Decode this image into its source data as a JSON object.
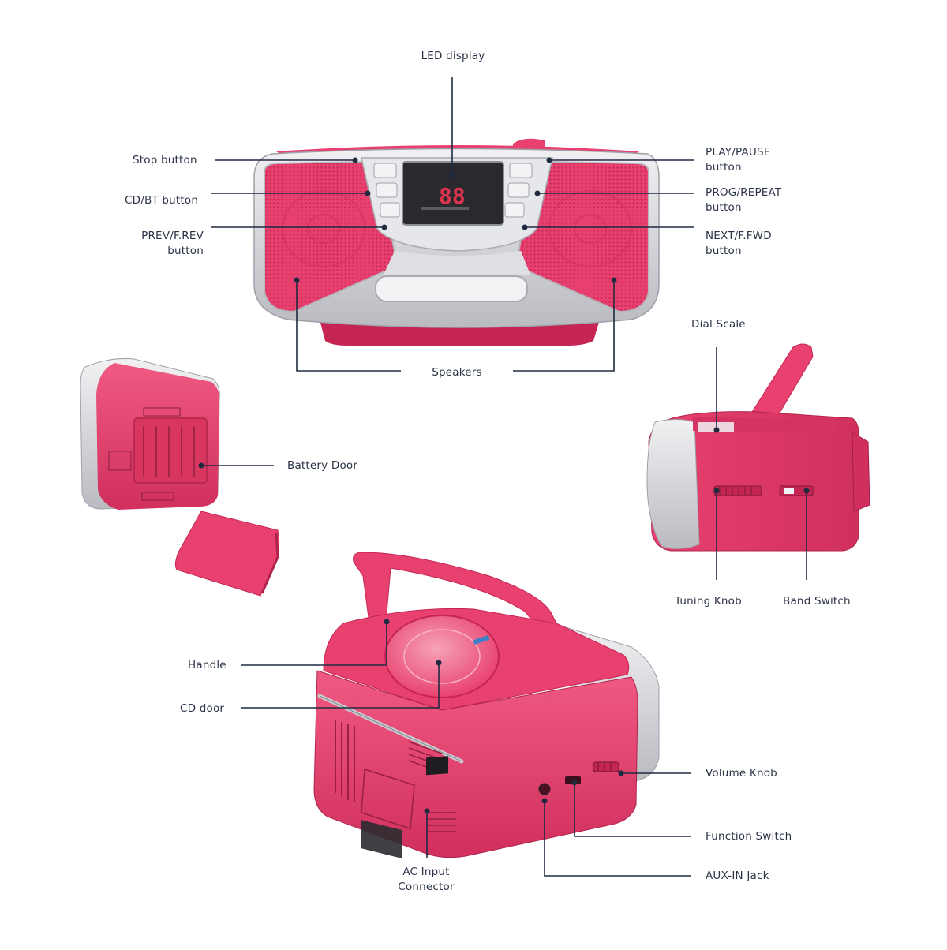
{
  "labels": {
    "led_display": "LED display",
    "stop_button": "Stop  button",
    "cd_bt_button": "CD/BT button",
    "prev_line1": "PREV/F.REV",
    "prev_line2": "button",
    "play_line1": "PLAY/PAUSE",
    "play_line2": "button",
    "prog_line1": "PROG/REPEAT",
    "prog_line2": "button",
    "next_line1": "NEXT/F.FWD",
    "next_line2": "button",
    "speakers": "Speakers",
    "dial_scale": "Dial Scale",
    "battery_door": "Battery Door",
    "tuning_knob": "Tuning Knob",
    "band_switch": "Band Switch",
    "handle": "Handle",
    "cd_door": "CD door",
    "volume_knob": "Volume Knob",
    "function_switch": "Function Switch",
    "aux_in_jack": "AUX-IN Jack",
    "ac_line1": "AC Input",
    "ac_line2": "Connector"
  },
  "display": {
    "digits": "88"
  },
  "colors": {
    "body_pink": "#e8416f",
    "pink_light": "#f27a98",
    "pink_dark": "#c42553",
    "silver": "#d9dade",
    "silver_dark": "#a9abb2",
    "leader": "#1f2a40",
    "label_text": "#2a3346"
  }
}
